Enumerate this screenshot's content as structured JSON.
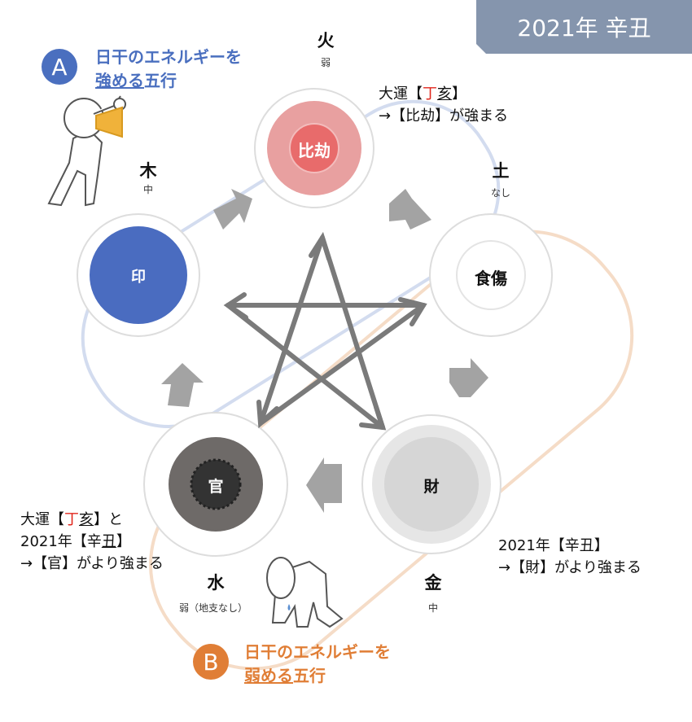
{
  "banner": {
    "title": "2021年 辛丑"
  },
  "group_a": {
    "badge": "A",
    "line1": "日干のエネルギーを",
    "line2_u": "強める",
    "line2_rest": "五行",
    "color": "#4a6fbf"
  },
  "group_b": {
    "badge": "B",
    "line1": "日干のエネルギーを",
    "line2_u": "弱める",
    "line2_rest": "五行",
    "color": "#e07e36"
  },
  "elements": {
    "fire": {
      "name": "火",
      "strength": "弱",
      "star": "比劫"
    },
    "wood": {
      "name": "木",
      "strength": "中",
      "star": "印"
    },
    "earth": {
      "name": "土",
      "strength": "なし",
      "star": "食傷"
    },
    "metal": {
      "name": "金",
      "strength": "中",
      "star": "財"
    },
    "water": {
      "name": "水",
      "strength": "弱（地支なし）",
      "star": "官"
    }
  },
  "notes": {
    "fire": {
      "p1": "大運【",
      "red": "丁",
      "u": "亥",
      "p2": "】",
      "line2": "→【比劫】が強まる"
    },
    "water": {
      "p1": "大運【",
      "red": "丁",
      "u": "亥",
      "p2": "】と",
      "l2a": "2021年【辛",
      "l2u": "丑",
      "l2b": "】",
      "line3": "→【官】がより強まる"
    },
    "metal": {
      "line1": "2021年【辛丑】",
      "line2": "→【財】がより強まる"
    }
  }
}
